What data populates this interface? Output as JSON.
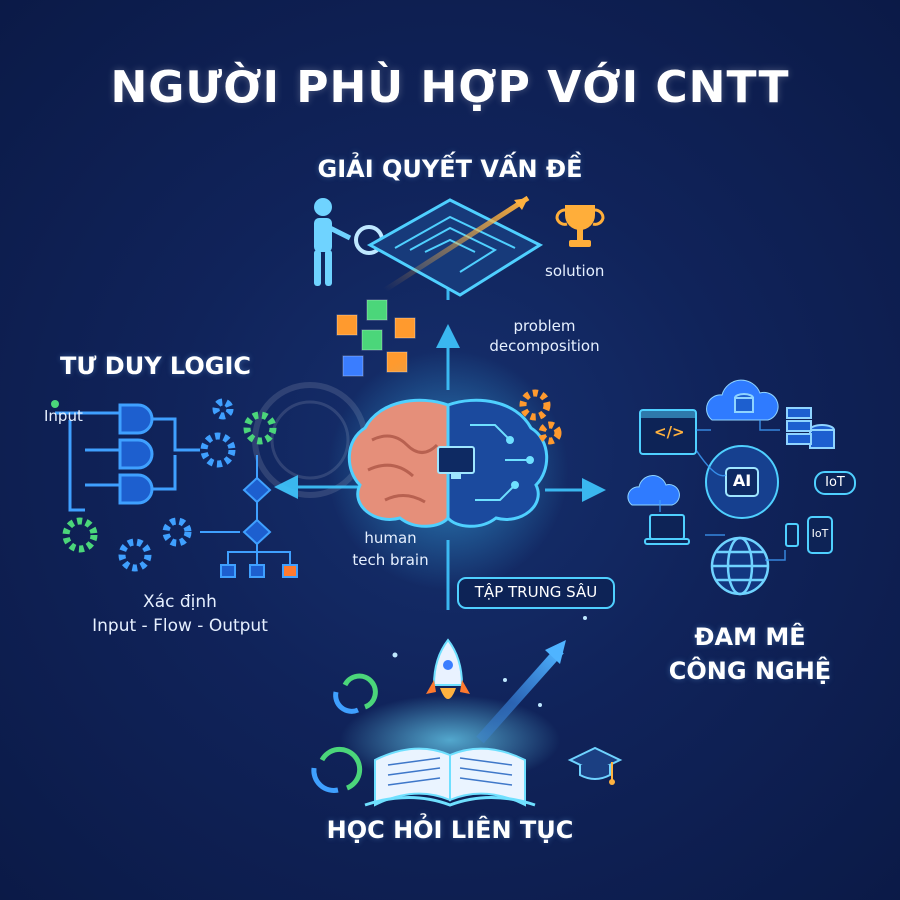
{
  "title": "NGƯỜI PHÙ HỢP VỚI CNTT",
  "center": {
    "brain_label": "human\ntech brain",
    "focus_label": "TẬP TRUNG SÂU"
  },
  "top": {
    "title": "GIẢI QUYẾT VẤN ĐỀ",
    "solution_label": "solution",
    "decomposition_label": "problem\ndecomposition"
  },
  "left": {
    "title": "TƯ DUY LOGIC",
    "input_label": "Input",
    "caption": "Xác định\nInput - Flow - Output"
  },
  "right": {
    "title": "ĐAM MÊ\nCÔNG NGHỆ",
    "ai_label": "AI",
    "iot_label_1": "IoT",
    "iot_label_2": "IoT",
    "code_label": "</>"
  },
  "bottom": {
    "title": "HỌC HỎI LIÊN TỤC"
  },
  "colors": {
    "background": "#10235a",
    "glow": "#3fc7ff",
    "accent_orange": "#ff9a2e",
    "accent_green": "#4bd67a"
  },
  "icons": [
    "person-magnifier-icon",
    "maze-icon",
    "trophy-icon",
    "cube-cluster-icon",
    "logic-gate-icon",
    "gear-icon",
    "flowchart-icon",
    "brain-icon",
    "monitor-icon",
    "cloud-icon",
    "database-icon",
    "code-window-icon",
    "ai-chip-icon",
    "globe-icon",
    "phone-icon",
    "laptop-icon",
    "rocket-icon",
    "book-icon",
    "graduation-cap-icon",
    "cycle-arrows-icon"
  ]
}
